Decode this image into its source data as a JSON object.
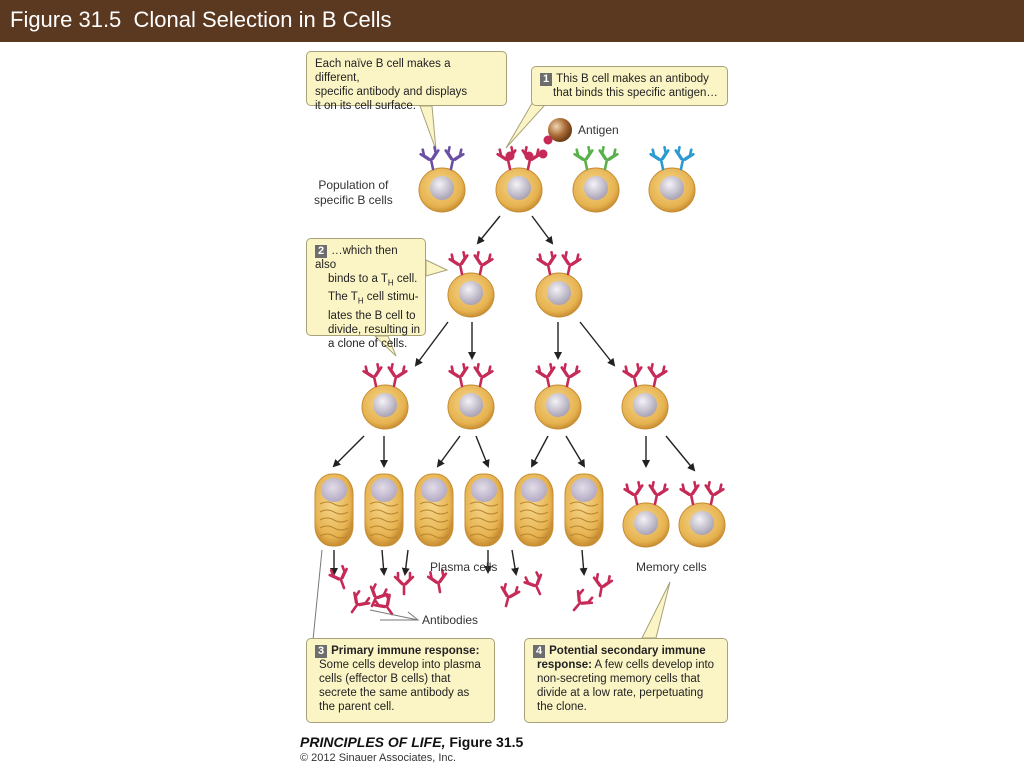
{
  "header": {
    "title": "Figure 31.5  Clonal Selection in B Cells"
  },
  "callouts": {
    "intro": {
      "lines": [
        "Each naïve B cell makes a different,",
        "specific antibody and displays",
        "it on its cell surface."
      ]
    },
    "step1": {
      "number": "1",
      "lines": [
        "This B cell makes an antibody",
        "that binds this specific antigen…"
      ]
    },
    "step2": {
      "number": "2",
      "line1": "…which then also",
      "line2a": "binds to a T",
      "sub": "H",
      "line2b": " cell.",
      "line3a": "The T",
      "line3b": " cell stimu-",
      "line4": "lates the B cell to",
      "line5": "divide, resulting in",
      "line6": "a clone of cells."
    },
    "step3": {
      "number": "3",
      "title": "Primary immune response:",
      "lines": [
        "Some cells develop into plasma",
        "cells (effector B cells) that",
        "secrete the same antibody as",
        "the parent cell."
      ]
    },
    "step4": {
      "number": "4",
      "title1": "Potential secondary immune",
      "title2": "response:",
      "line1rest": " A few cells develop into",
      "lines": [
        "non-secreting memory cells that",
        "divide at a low rate, perpetuating",
        "the clone."
      ]
    }
  },
  "labels": {
    "antigen": "Antigen",
    "population": [
      "Population of",
      "specific B cells"
    ],
    "plasma": "Plasma cells",
    "memory": "Memory cells",
    "antibodies": "Antibodies"
  },
  "credit": {
    "book": "PRINCIPLES OF LIFE,",
    "figure": " Figure 31.5",
    "copyright": "© 2012 Sinauer Associates, Inc."
  },
  "colors": {
    "header_bg": "#5b3820",
    "cell_body": "#e9b95a",
    "cell_nucleus": "#c8c4cf",
    "antibody_red": "#c62a57",
    "antibody_purple": "#6b4fa3",
    "antibody_green": "#5ab04a",
    "antibody_blue": "#2a9ad0",
    "callout_bg": "#fbf5c6"
  }
}
